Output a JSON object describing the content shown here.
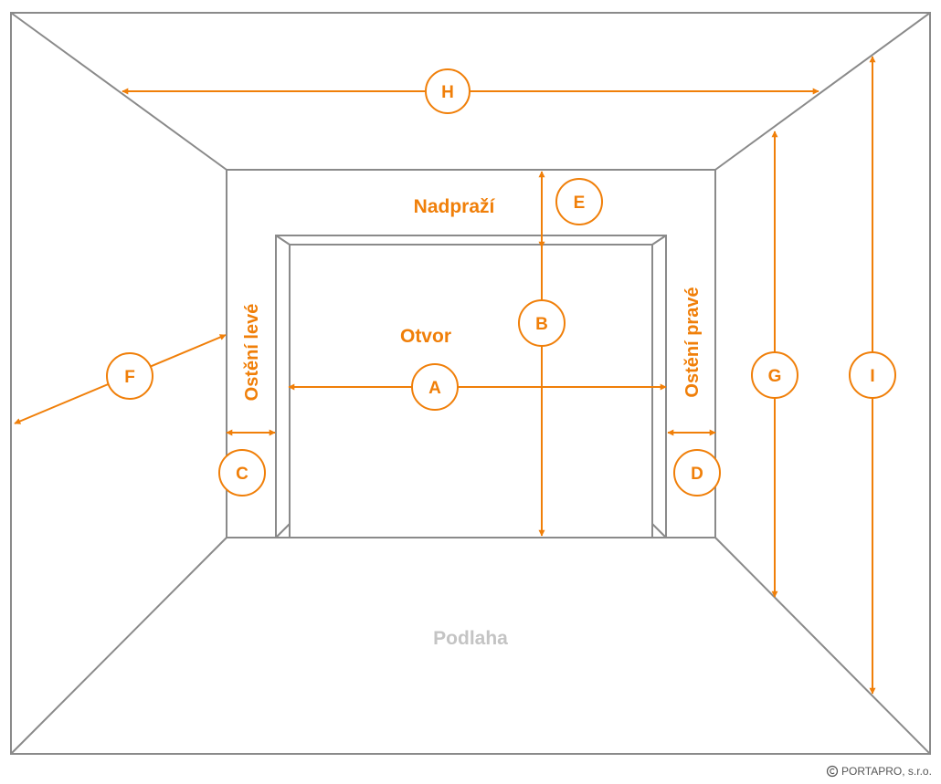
{
  "colors": {
    "accent": "#f07f09",
    "wall": "#8a8a8a",
    "floor_text": "#c4c4c4"
  },
  "labels": {
    "nadprazi": "Nadpraží",
    "otvor": "Otvor",
    "osteni_leve": "Ostění levé",
    "osteni_prave": "Ostění pravé",
    "podlaha": "Podlaha"
  },
  "dimensions": {
    "A": "A",
    "B": "B",
    "C": "C",
    "D": "D",
    "E": "E",
    "F": "F",
    "G": "G",
    "H": "H",
    "I": "I"
  },
  "copyright": "PORTAPRO, s.r.o."
}
